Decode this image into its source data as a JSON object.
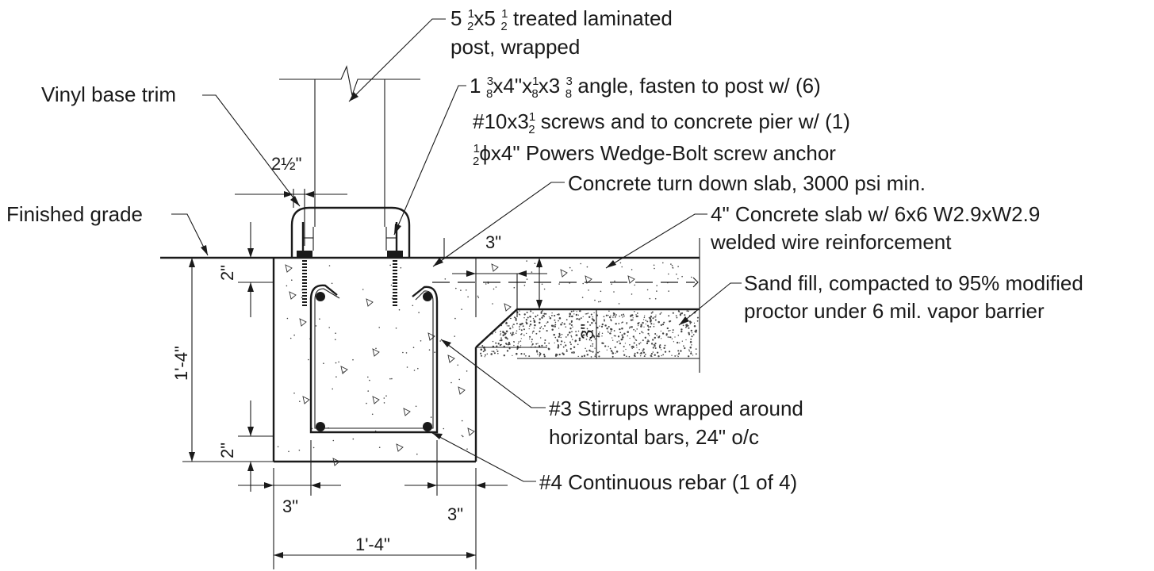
{
  "labels": {
    "post": [
      "5 ",
      "x5 ",
      " treated laminated"
    ],
    "post_line2": "post, wrapped",
    "angle_parts": [
      "1 ",
      "x4\"x",
      "x3 ",
      " angle, fasten to post w/ (6)"
    ],
    "angle_line2": [
      "#10x3",
      " screws and to concrete pier w/ (1)"
    ],
    "angle_line3": [
      "ϕx4\" Powers Wedge-Bolt screw anchor"
    ],
    "vinyl": "Vinyl base trim",
    "grade": "Finished grade",
    "turndown": "Concrete turn down slab, 3000 psi min.",
    "slab_line1": "4\" Concrete slab w/ 6x6 W2.9xW2.9",
    "slab_line2": "welded wire reinforcement",
    "sand_line1": "Sand fill, compacted to 95% modified",
    "sand_line2": "proctor under 6 mil. vapor barrier",
    "stirrups_line1": "#3 Stirrups wrapped around",
    "stirrups_line2": "horizontal bars, 24\" o/c",
    "rebar": "#4 Continuous rebar (1 of 4)"
  },
  "fractions": {
    "half": {
      "num": "1",
      "den": "2"
    },
    "three_eighths": {
      "num": "3",
      "den": "8"
    },
    "one_eighth": {
      "num": "1",
      "den": "8"
    }
  },
  "dimensions": {
    "trim_width": "2½\"",
    "cover_left": "3\"",
    "cover_right": "3\"",
    "slab_thickness": "3\"",
    "top_cover": "2\"",
    "bottom_cover": "2\"",
    "height": "1'-4\"",
    "width": "1'-4\"",
    "sand_thickness": "3\""
  }
}
